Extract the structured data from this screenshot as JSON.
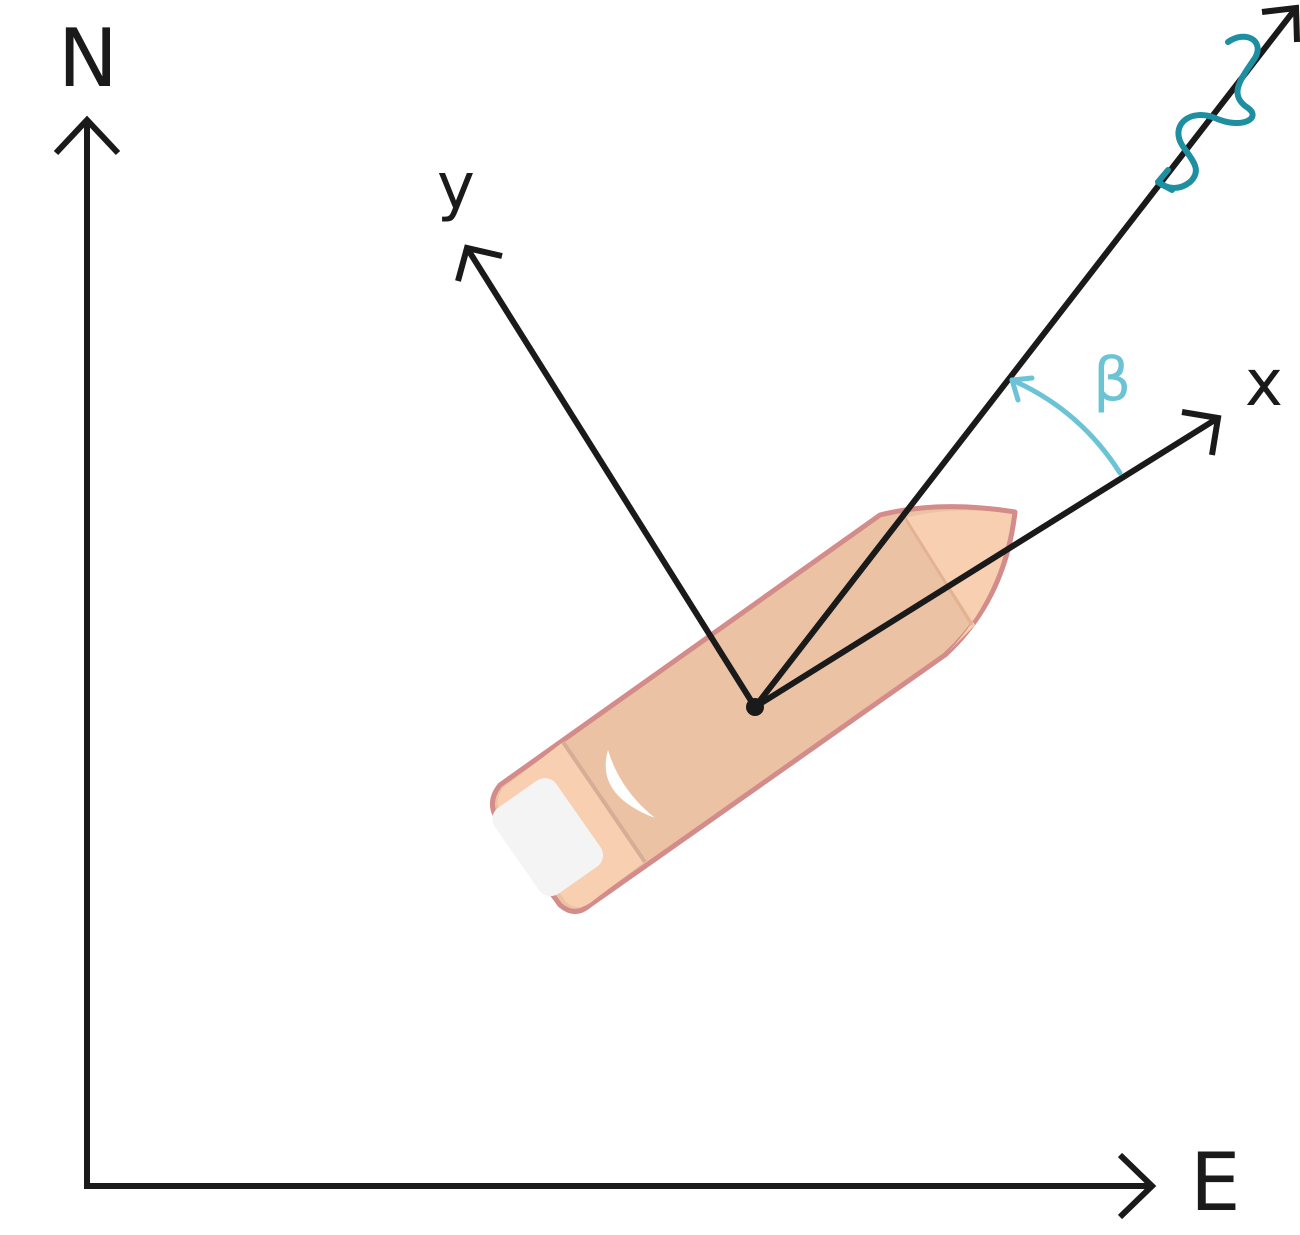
{
  "labels": {
    "north": "N",
    "east": "E",
    "x_axis": "x",
    "y_axis": "y",
    "angle": "β"
  },
  "colors": {
    "axes": "#1a1a1a",
    "hull_fill": "#ebc2a3",
    "hull_stroke": "#d48c8a",
    "bow_fill": "#f8cfb0",
    "stern_fill": "#f8cfb0",
    "deck_panel": "#f4f4f4",
    "angle_arc": "#6cc3d6",
    "wave": "#1e8fa0"
  },
  "icons": {
    "wave": "wave-disturbance-icon",
    "vessel": "boat-icon"
  }
}
